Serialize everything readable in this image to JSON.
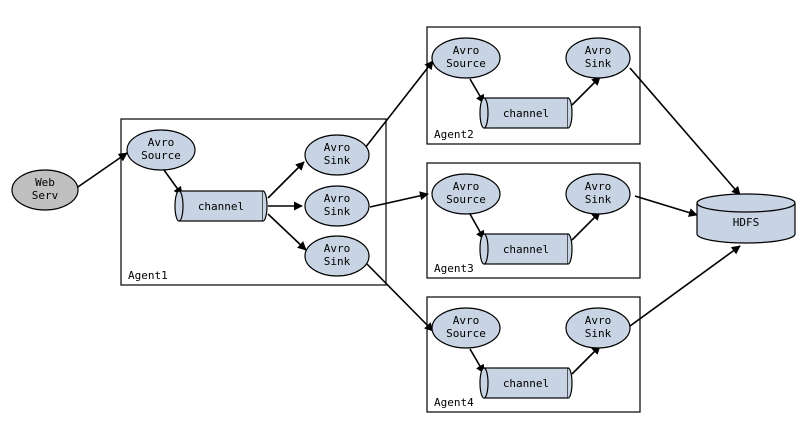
{
  "colors": {
    "node_fill": "#c8d4e3",
    "web_fill": "#c0c0c0",
    "stroke": "#000000"
  },
  "web": {
    "line1": "Web",
    "line2": "Serv"
  },
  "agents": [
    {
      "label": "Agent1"
    },
    {
      "label": "Agent2"
    },
    {
      "label": "Agent3"
    },
    {
      "label": "Agent4"
    }
  ],
  "source": {
    "line1": "Avro",
    "line2": "Source"
  },
  "sink": {
    "line1": "Avro",
    "line2": "Sink"
  },
  "channel": {
    "label": "channel"
  },
  "hdfs": {
    "label": "HDFS"
  }
}
